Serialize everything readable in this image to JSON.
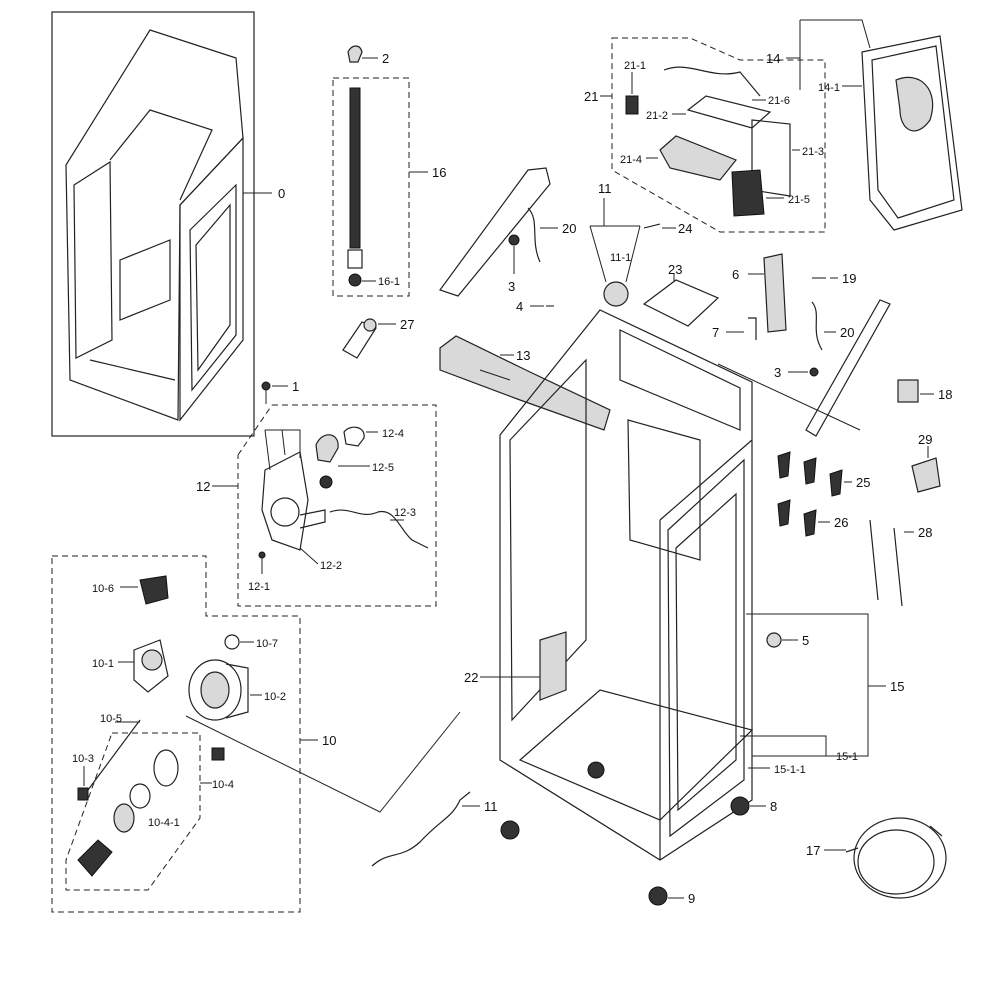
{
  "callouts": {
    "c0": "0",
    "c1": "1",
    "c2": "2",
    "c3a": "3",
    "c3b": "3",
    "c4": "4",
    "c5": "5",
    "c6": "6",
    "c7": "7",
    "c8": "8",
    "c9": "9",
    "c10": "10",
    "c10_1": "10-1",
    "c10_2": "10-2",
    "c10_3": "10-3",
    "c10_4": "10-4",
    "c10_4_1": "10-4-1",
    "c10_5": "10-5",
    "c10_6": "10-6",
    "c10_7": "10-7",
    "c11a": "11",
    "c11_1": "11-1",
    "c11b": "11",
    "c12": "12",
    "c12_1": "12-1",
    "c12_2": "12-2",
    "c12_3": "12-3",
    "c12_4": "12-4",
    "c12_5": "12-5",
    "c13": "13",
    "c14": "14",
    "c14_1": "14-1",
    "c15": "15",
    "c15_1": "15-1",
    "c15_1_1": "15-1-1",
    "c16": "16",
    "c16_1": "16-1",
    "c17": "17",
    "c18": "18",
    "c19": "19",
    "c20a": "20",
    "c20b": "20",
    "c21": "21",
    "c21_1": "21-1",
    "c21_2": "21-2",
    "c21_3": "21-3",
    "c21_4": "21-4",
    "c21_5": "21-5",
    "c21_6": "21-6",
    "c22": "22",
    "c23": "23",
    "c24": "24",
    "c25": "25",
    "c26": "26",
    "c27": "27",
    "c28": "28",
    "c29": "29"
  }
}
